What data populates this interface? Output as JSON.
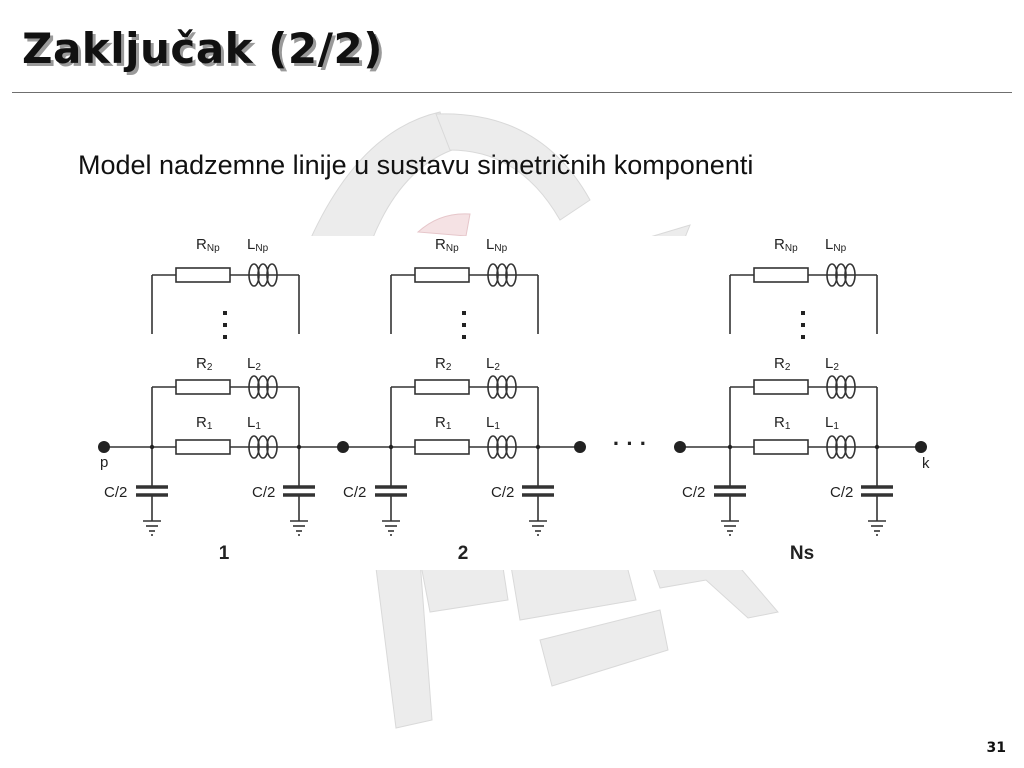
{
  "slide": {
    "title": "Zaključak (2/2)",
    "subtitle": "Model nadzemne linije u sustavu simetričnih komponenti",
    "page_number": "31"
  },
  "circuit": {
    "node_start": "p",
    "node_end": "k",
    "ellipsis": "· · ·",
    "sections": [
      {
        "label": "1",
        "r_np": "R",
        "r_np_sub": "Np",
        "l_np": "L",
        "l_np_sub": "Np",
        "r2": "R",
        "r2_sub": "2",
        "l2": "L",
        "l2_sub": "2",
        "r1": "R",
        "r1_sub": "1",
        "l1": "L",
        "l1_sub": "1",
        "c_left": "C/2",
        "c_right": "C/2"
      },
      {
        "label": "2",
        "r_np": "R",
        "r_np_sub": "Np",
        "l_np": "L",
        "l_np_sub": "Np",
        "r2": "R",
        "r2_sub": "2",
        "l2": "L",
        "l2_sub": "2",
        "r1": "R",
        "r1_sub": "1",
        "l1": "L",
        "l1_sub": "1",
        "c_left": "C/2",
        "c_right": "C/2"
      },
      {
        "label": "Ns",
        "r_np": "R",
        "r_np_sub": "Np",
        "l_np": "L",
        "l_np_sub": "Np",
        "r2": "R",
        "r2_sub": "2",
        "l2": "L",
        "l2_sub": "2",
        "r1": "R",
        "r1_sub": "1",
        "l1": "L",
        "l1_sub": "1",
        "c_left": "C/2",
        "c_right": "C/2"
      }
    ]
  }
}
